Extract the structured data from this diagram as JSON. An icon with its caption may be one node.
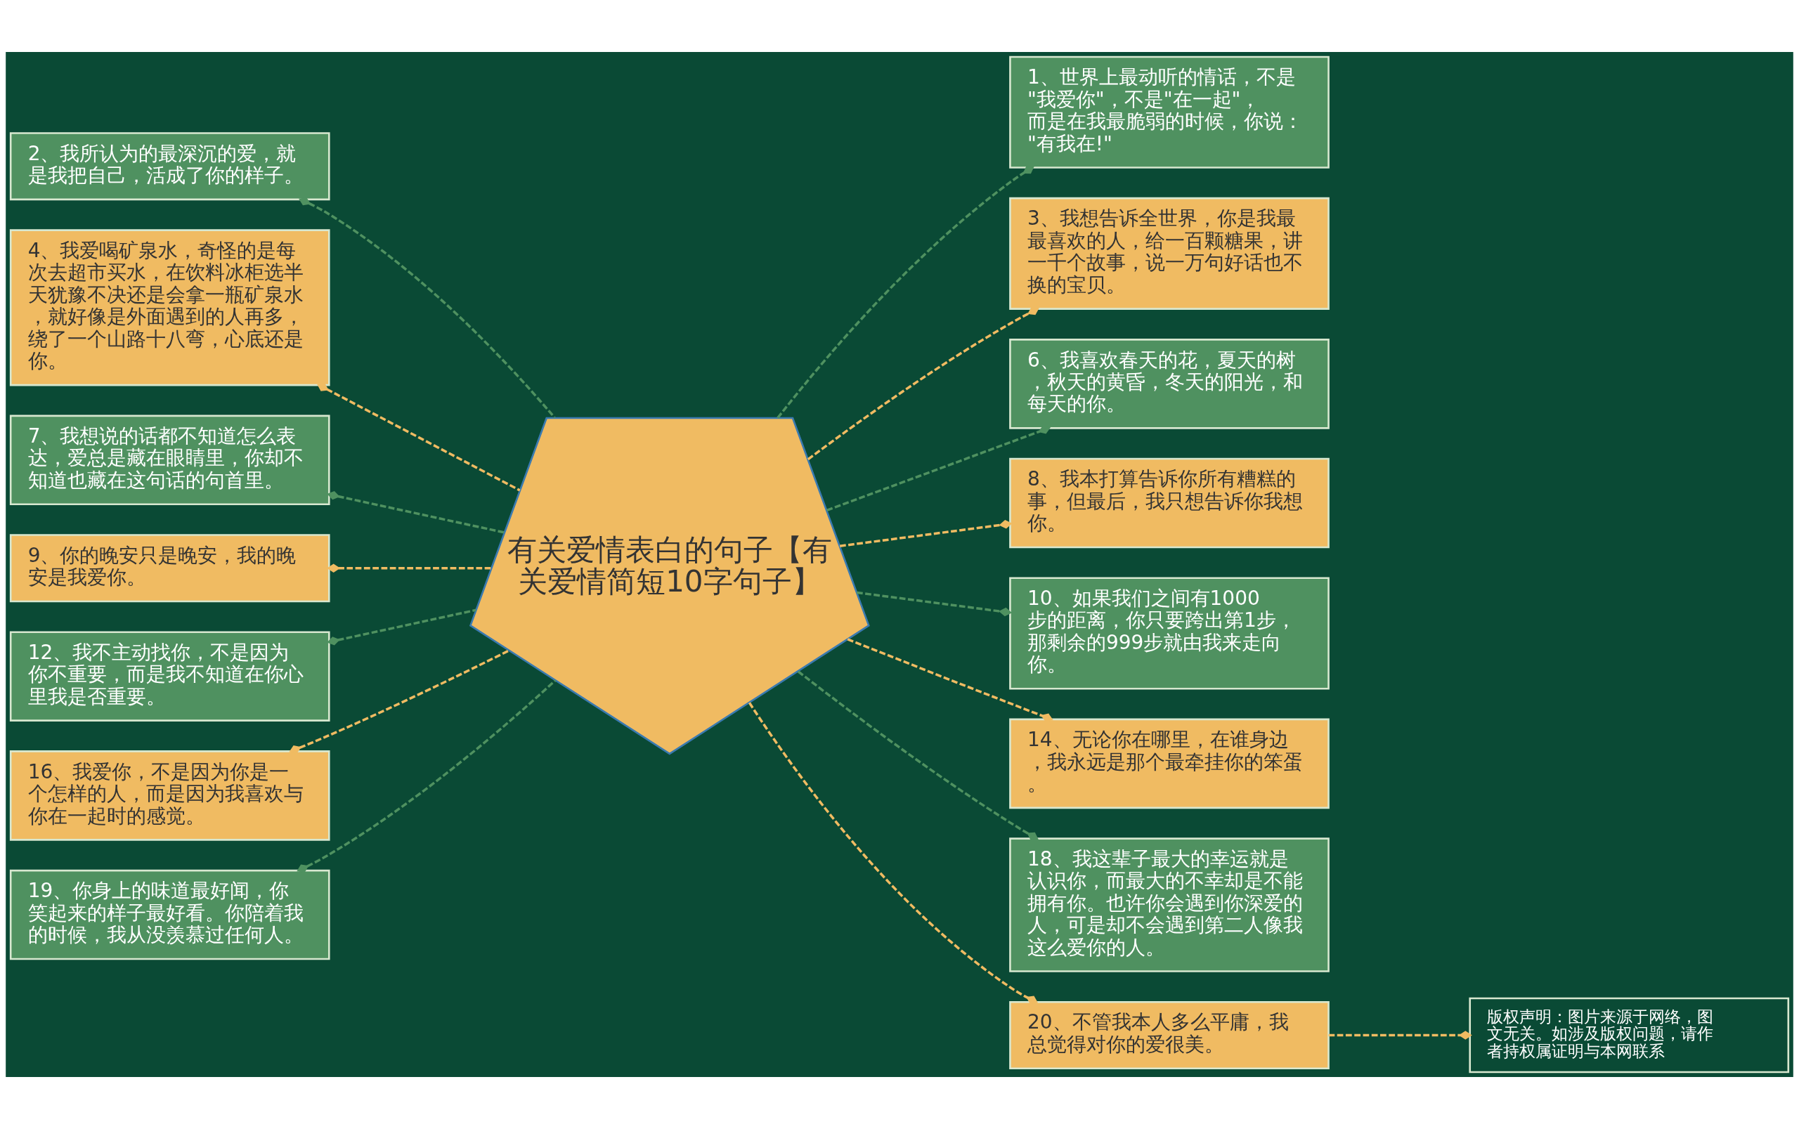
{
  "diagram": {
    "nodes": [
      {
        "text": [
          "有关爱情表白的句子【有关爱情简短10字句子】"
        ]
      },
      {
        "text": [
          "1、世界上最动听的情话，不是\"我爱你\"，不是\"在一起\"，而是在我最脆弱的时候，你说：\"有我在!\""
        ]
      },
      {
        "text": [
          "2、我所认为的最深沉的爱，就是我把自己，活成了你的样子。"
        ]
      },
      {
        "text": [
          "3、我想告诉全世界，你是我最最喜欢的人，给一百颗糖果，讲一千个故事，说一万句好话也不换的宝贝。"
        ]
      },
      {
        "text": [
          "4、我爱喝矿泉水，奇怪的是每次去超市买水，在饮料冰柜选半天犹豫不决还是会拿一瓶矿泉水，就好像是外面遇到的人再多，绕了一个山路十八弯，心底还是你。"
        ]
      },
      {
        "text": [
          "6、我喜欢春天的花，夏天的树，秋天的黄昏，冬天的阳光，和每天的你。"
        ]
      },
      {
        "text": [
          "7、我想说的话都不知道怎么表达，爱总是藏在眼睛里，你却不知道也藏在这句话的句首里。"
        ]
      },
      {
        "text": [
          "8、我本打算告诉你所有糟糕的事，但最后，我只想告诉你我想你。"
        ]
      },
      {
        "text": [
          "9、你的晚安只是晚安，我的晚安是我爱你。"
        ]
      },
      {
        "text": [
          "10、如果我们之间有1000步的距离，你只要跨出第1步，那剩余的999步就由我来走向你。"
        ]
      },
      {
        "text": [
          "12、我不主动找你，不是因为你不重要，而是我不知道在你心里我是否重要。"
        ]
      },
      {
        "text": [
          "14、无论你在哪里，在谁身边，我永远是那个最牵挂你的笨蛋。"
        ]
      },
      {
        "text": [
          "16、我爱你，不是因为你是一个怎样的人，而是因为我喜欢与你在一起时的感觉。"
        ]
      },
      {
        "text": [
          "18、我这辈子最大的幸运就是认识你，而最大的不幸却是不能拥有你。也许你会遇到你深爱的人，可是却不会遇到第二人像我这么爱你的人。"
        ]
      },
      {
        "text": [
          "19、你身上的味道最好闻，你笑起来的样子最好看。你陪着我的时候，我从没羡慕过任何人。"
        ]
      },
      {
        "text": [
          "20、不管我本人多么平庸，我总觉得对你的爱很美。"
        ]
      },
      {
        "text": [
          "版权声明：图片来源于网络，图文无关。如涉及版权问题，请作者持权属证明与本网联系"
        ]
      }
    ],
    "edges": [
      {
        "from": 0,
        "to": 1,
        "arrow": "other",
        "style": "dashed"
      },
      {
        "from": 0,
        "to": 2,
        "arrow": "other",
        "style": "dashed"
      },
      {
        "from": 0,
        "to": 3,
        "arrow": "other",
        "style": "dashed",
        "color": "#f0bb62"
      },
      {
        "from": 0,
        "to": 4,
        "arrow": "other",
        "style": "dashed",
        "color": "#f0bb62"
      },
      {
        "from": 0,
        "to": 5,
        "arrow": "other",
        "style": "dashed"
      },
      {
        "from": 0,
        "to": 6,
        "arrow": "other",
        "style": "dashed"
      },
      {
        "from": 0,
        "to": 7,
        "arrow": "other",
        "style": "dashed",
        "color": "#f0bb62"
      },
      {
        "from": 0,
        "to": 8,
        "arrow": "other",
        "style": "dashed",
        "color": "#f0bb62"
      },
      {
        "from": 0,
        "to": 9,
        "arrow": "other",
        "style": "dashed"
      },
      {
        "from": 0,
        "to": 10,
        "arrow": "other",
        "style": "dashed"
      },
      {
        "from": 0,
        "to": 11,
        "arrow": "other",
        "style": "dashed",
        "color": "#f0bb62"
      },
      {
        "from": 0,
        "to": 12,
        "arrow": "other",
        "style": "dashed",
        "color": "#f0bb62"
      },
      {
        "from": 0,
        "to": 13,
        "arrow": "other",
        "style": "dashed"
      },
      {
        "from": 0,
        "to": 14,
        "arrow": "other",
        "style": "dashed"
      },
      {
        "from": 0,
        "to": 15,
        "arrow": "other",
        "style": "dashed",
        "color": "#f0bb62"
      },
      {
        "from": 15,
        "to": 16,
        "arrow": "other",
        "style": "dashed",
        "color": "#f0bb62"
      }
    ]
  }
}
